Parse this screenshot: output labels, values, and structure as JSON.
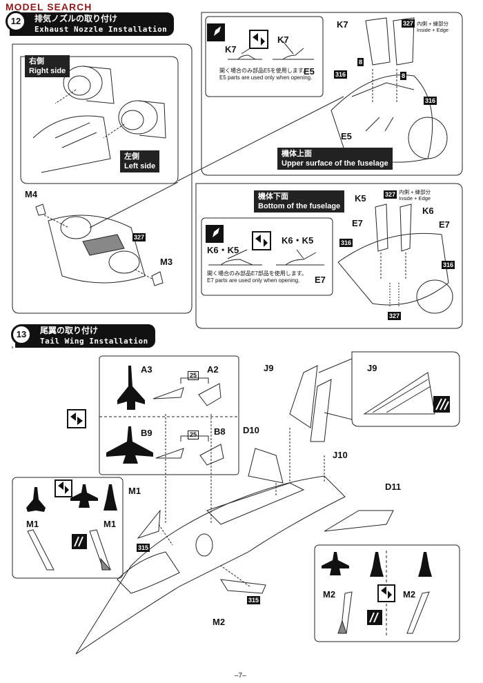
{
  "watermark": "MODEL SEARCH",
  "step12": {
    "number": "12",
    "title_jp": "排気ノズルの取り付け",
    "title_en": "Exhaust Nozzle Installation",
    "right_side_jp": "右側",
    "right_side_en": "Right side",
    "left_side_jp": "左側",
    "left_side_en": "Left side",
    "parts": {
      "m4": "M4",
      "m3": "M3",
      "k7a": "K7",
      "k7b": "K7",
      "k7c": "K7",
      "e5a": "E5",
      "e5b": "E5",
      "k5": "K5",
      "k6": "K6",
      "e7a": "E7",
      "e7b": "E7",
      "e7c": "E7",
      "k6k5a": "K6・K5",
      "k6k5b": "K6・K5",
      "p8a": "8",
      "p8b": "8"
    },
    "paint": [
      "327",
      "316",
      "316",
      "327",
      "316",
      "316",
      "327",
      "327"
    ],
    "upper_jp": "機体上面",
    "upper_en": "Upper surface of the fuselage",
    "bottom_jp": "機体下面",
    "bottom_en": "Bottom of the fuselage",
    "note_e5_jp": "開く場合のみ部品E5を使用します。",
    "note_e5_en": "E5 parts are used only when opening.",
    "note_e7_jp": "開く場合のみ部品E7部品を使用します。",
    "note_e7_en": "E7 parts are used only when opening.",
    "inside_edge_jp": "内側 + 縁部分",
    "inside_edge_en": "Inside + Edge"
  },
  "step13": {
    "number": "13",
    "title_jp": "尾翼の取り付け",
    "title_en": "Tail Wing Installation",
    "parts": {
      "a3": "A3",
      "a2": "A2",
      "b9": "B9",
      "b8": "B8",
      "j9a": "J9",
      "j9b": "J9",
      "j10": "J10",
      "d10": "D10",
      "d11": "D11",
      "m1a": "M1",
      "m1b": "M1",
      "m1c": "M1",
      "m2a": "M2",
      "m2b": "M2",
      "m2c": "M2"
    },
    "paint": [
      "25",
      "25",
      "315",
      "315"
    ]
  },
  "page_number": "–7–",
  "colors": {
    "ink": "#111111",
    "panel_border": "#222222",
    "watermark": "#8b1a1a"
  }
}
